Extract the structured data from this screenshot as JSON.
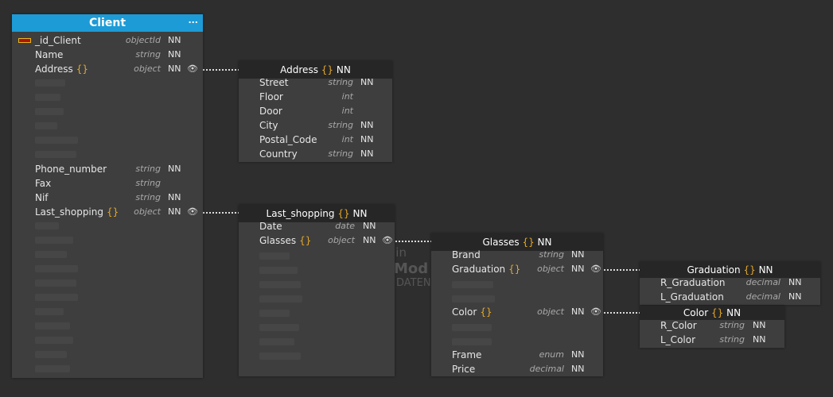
{
  "client": {
    "title": "Client",
    "more_icon": "...",
    "fields": [
      {
        "name": "_id_Client",
        "type": "objectId",
        "nn": "NN"
      },
      {
        "name": "Name",
        "type": "string",
        "nn": "NN"
      },
      {
        "name": "Address",
        "brace": "{}",
        "type": "object",
        "nn": "NN"
      },
      {
        "name": "Phone_number",
        "type": "string",
        "nn": "NN"
      },
      {
        "name": "Fax",
        "type": "string"
      },
      {
        "name": "Nif",
        "type": "string",
        "nn": "NN"
      },
      {
        "name": "Last_shopping",
        "brace": "{}",
        "type": "object",
        "nn": "NN"
      }
    ]
  },
  "address": {
    "title": "Address",
    "brace": "{}",
    "nn": "NN",
    "fields": [
      {
        "name": "Street",
        "type": "string",
        "nn": "NN"
      },
      {
        "name": "Floor",
        "type": "int"
      },
      {
        "name": "Door",
        "type": "int"
      },
      {
        "name": "City",
        "type": "string",
        "nn": "NN"
      },
      {
        "name": "Postal_Code",
        "type": "int",
        "nn": "NN"
      },
      {
        "name": "Country",
        "type": "string",
        "nn": "NN"
      }
    ]
  },
  "last_shopping": {
    "title": "Last_shopping",
    "brace": "{}",
    "nn": "NN",
    "fields": [
      {
        "name": "Date",
        "type": "date",
        "nn": "NN"
      },
      {
        "name": "Glasses",
        "brace": "{}",
        "type": "object",
        "nn": "NN"
      }
    ]
  },
  "glasses": {
    "title": "Glasses",
    "brace": "{}",
    "nn": "NN",
    "fields": [
      {
        "name": "Brand",
        "type": "string",
        "nn": "NN"
      },
      {
        "name": "Graduation",
        "brace": "{}",
        "type": "object",
        "nn": "NN"
      },
      {
        "name": "Color",
        "brace": "{}",
        "type": "object",
        "nn": "NN"
      },
      {
        "name": "Frame",
        "type": "enum",
        "nn": "NN"
      },
      {
        "name": "Price",
        "type": "decimal",
        "nn": "NN"
      }
    ]
  },
  "graduation": {
    "title": "Graduation",
    "brace": "{}",
    "nn": "NN",
    "fields": [
      {
        "name": "R_Graduation",
        "type": "decimal",
        "nn": "NN"
      },
      {
        "name": "L_Graduation",
        "type": "decimal",
        "nn": "NN"
      }
    ]
  },
  "color": {
    "title": "Color",
    "brace": "{}",
    "nn": "NN",
    "fields": [
      {
        "name": "R_Color",
        "type": "string",
        "nn": "NN"
      },
      {
        "name": "L_Color",
        "type": "string",
        "nn": "NN"
      }
    ]
  },
  "watermark": {
    "line1": "d in",
    "line2": "Mod",
    "line3": "DATEN"
  },
  "icons": {
    "eye": "eye-icon",
    "key": "primary-key-icon"
  },
  "colors": {
    "background": "#2e2e2e",
    "entity_body": "#3e3e3e",
    "entity_header": "#262626",
    "root_header": "#1d9bd6",
    "brace": "#e5a92a",
    "type_text": "#a9a9a9",
    "text": "#e6e6e6"
  }
}
